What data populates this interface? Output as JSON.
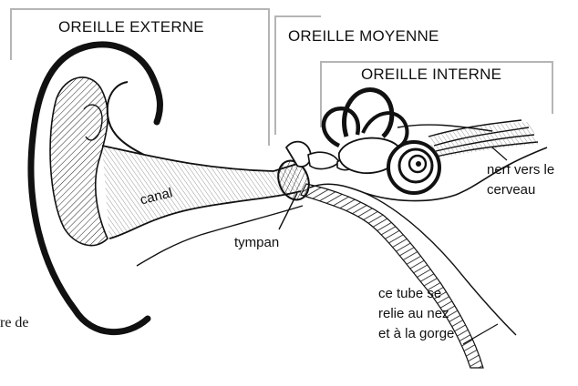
{
  "sections": {
    "outer": "OREILLE EXTERNE",
    "middle": "OREILLE MOYENNE",
    "inner": "OREILLE INTERNE"
  },
  "labels": {
    "canal": "canal",
    "tympan": "tympan",
    "nerf_line1": "nerf vers le",
    "nerf_line2": "cerveau",
    "tube_line1": "ce tube se",
    "tube_line2": "relie au nez",
    "tube_line3": "et à la gorge",
    "cut_text": "re de"
  },
  "colors": {
    "ink": "#111111",
    "bracket": "#b5b5b5",
    "paper": "#ffffff"
  }
}
